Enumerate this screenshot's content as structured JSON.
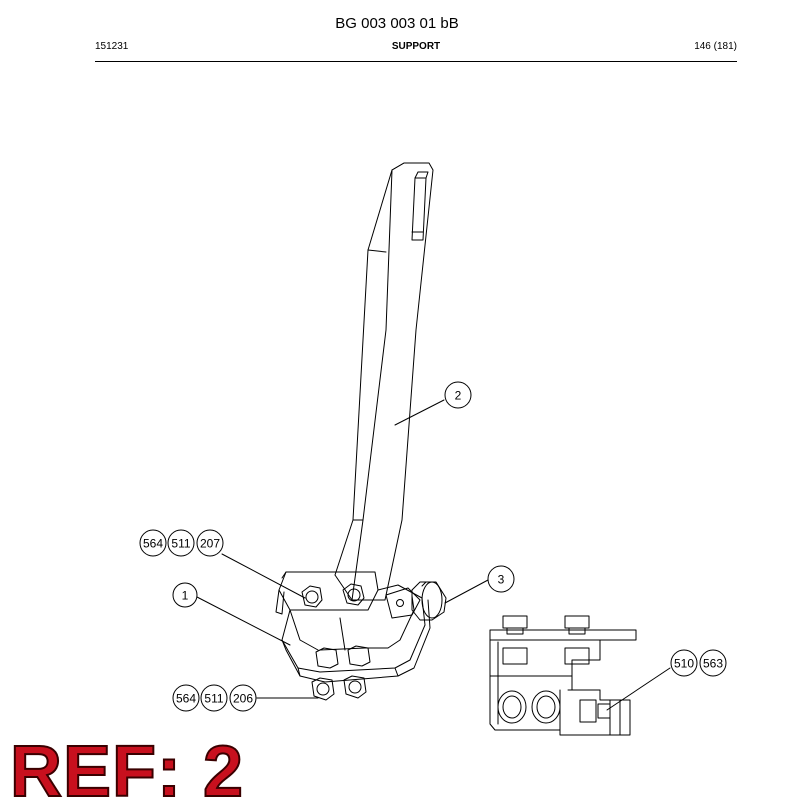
{
  "header": {
    "document_code": "BG 003 003 01 bB",
    "date": "151231",
    "title": "SUPPORT",
    "page": "146 (181)"
  },
  "callouts": [
    {
      "id": "c1",
      "text": "1"
    },
    {
      "id": "c2",
      "text": "2"
    },
    {
      "id": "c3",
      "text": "3"
    },
    {
      "id": "c564a",
      "text": "564"
    },
    {
      "id": "c511a",
      "text": "511"
    },
    {
      "id": "c207",
      "text": "207"
    },
    {
      "id": "c564b",
      "text": "564"
    },
    {
      "id": "c511b",
      "text": "511"
    },
    {
      "id": "c206",
      "text": "206"
    },
    {
      "id": "c510",
      "text": "510"
    },
    {
      "id": "c563",
      "text": "563"
    }
  ],
  "ref_badge": "REF: 2",
  "colors": {
    "ref_badge": "#c8101e",
    "line": "#000000"
  }
}
